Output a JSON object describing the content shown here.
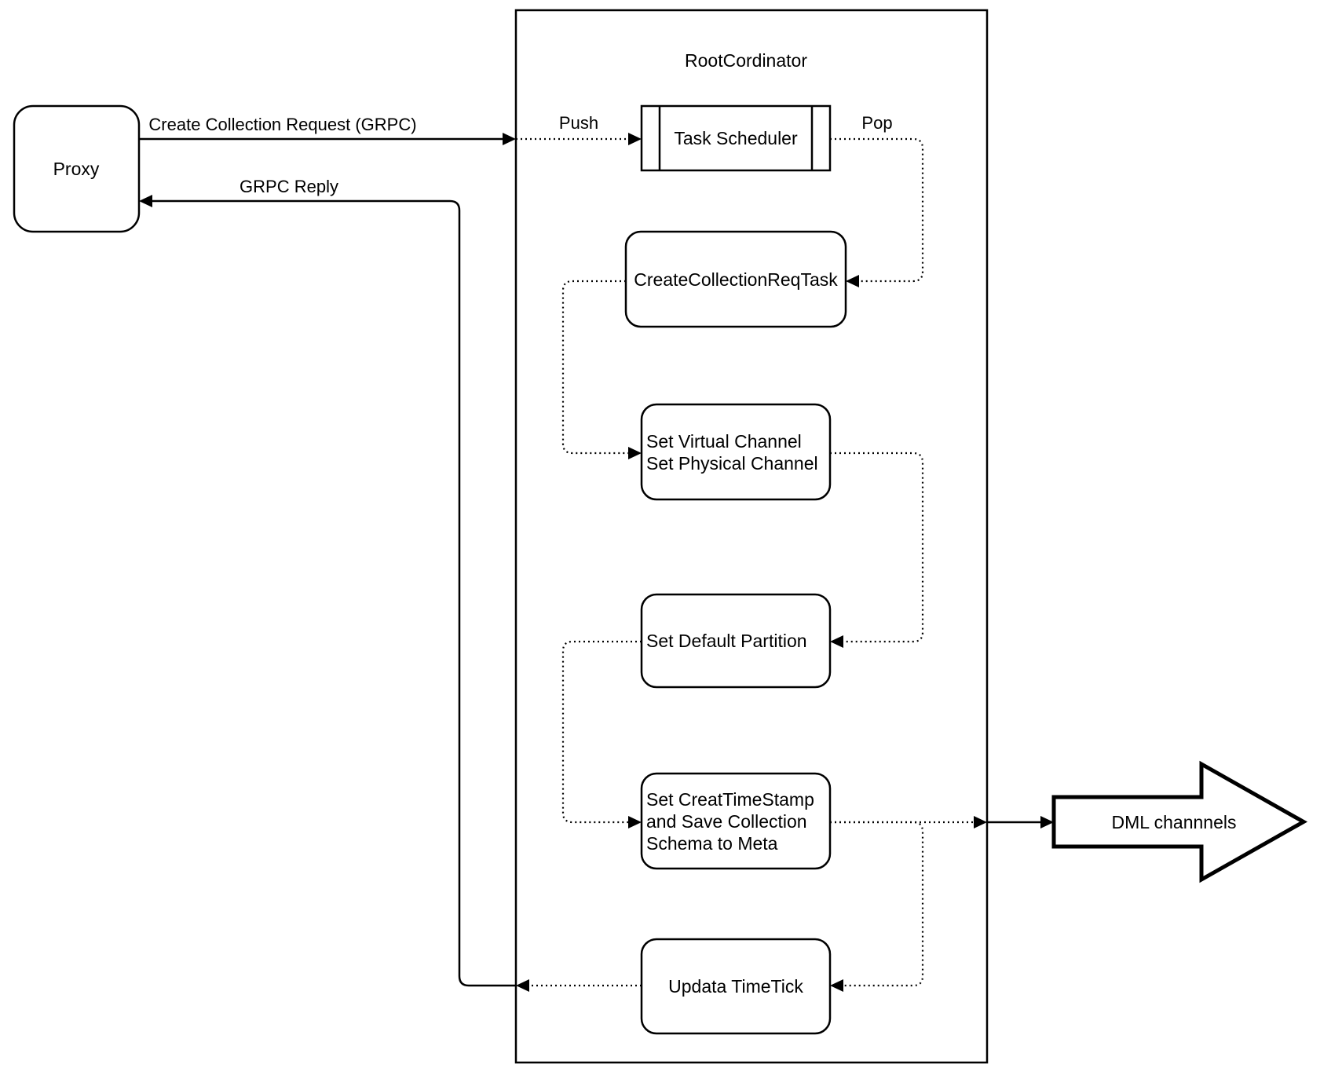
{
  "diagram": {
    "container_title": "RootCordinator",
    "nodes": {
      "proxy": {
        "label": "Proxy"
      },
      "task_scheduler": {
        "label": "Task Scheduler"
      },
      "create_collection_req_task": {
        "label": "CreateCollectionReqTask"
      },
      "set_channels": {
        "lines": [
          "Set Virtual Channel",
          "Set Physical Channel"
        ]
      },
      "set_default_partition": {
        "label": "Set Default Partition"
      },
      "set_creat_timestamp": {
        "lines": [
          "Set CreatTimeStamp",
          "and Save Collection",
          "Schema to Meta"
        ]
      },
      "updata_timetick": {
        "label": "Updata TimeTick"
      },
      "dml_channels": {
        "label": "DML channnels"
      }
    },
    "edge_labels": {
      "create_collection_request": "Create Collection Request (GRPC)",
      "grpc_reply": "GRPC Reply",
      "push": "Push",
      "pop": "Pop"
    },
    "colors": {
      "stroke": "#000000",
      "background": "#ffffff"
    }
  }
}
